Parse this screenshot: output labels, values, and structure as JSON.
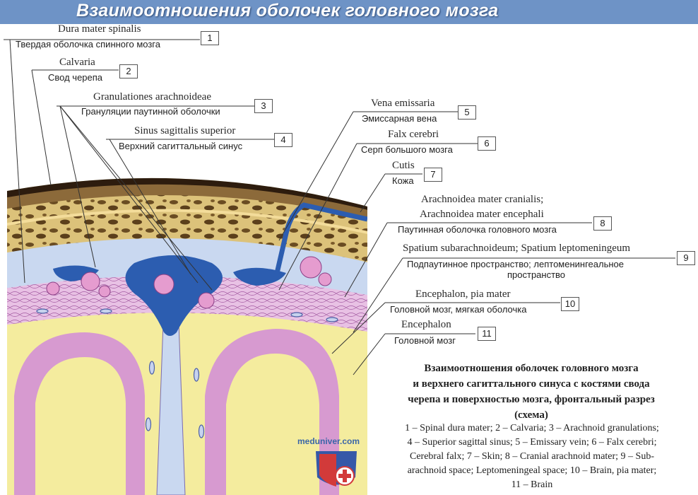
{
  "title": "Взаимоотношения оболочек головного мозга",
  "labels": [
    {
      "num": "1",
      "latin": "Dura mater spinalis",
      "russian": "Твердая оболочка спинного мозга"
    },
    {
      "num": "2",
      "latin": "Calvaria",
      "russian": "Свод черепа"
    },
    {
      "num": "3",
      "latin": "Granulationes arachnoideae",
      "russian": "Грануляции паутинной оболочки"
    },
    {
      "num": "4",
      "latin": "Sinus sagittalis superior",
      "russian": "Верхний сагиттальный синус"
    },
    {
      "num": "5",
      "latin": "Vena emissaria",
      "russian": "Эмиссарная вена"
    },
    {
      "num": "6",
      "latin": "Falx cerebri",
      "russian": "Серп большого мозга"
    },
    {
      "num": "7",
      "latin": "Cutis",
      "russian": "Кожа"
    },
    {
      "num": "8",
      "latin": "Arachnoidea mater cranialis;",
      "latin2": "Arachnoidea mater encephali",
      "russian": "Паутинная оболочка головного мозга"
    },
    {
      "num": "9",
      "latin": "Spatium subarachnoideum; Spatium leptomeningeum",
      "russian": "Подпаутинное пространство; лептоменингеальное",
      "russian2": "пространство"
    },
    {
      "num": "10",
      "latin": "Encephalon, pia mater",
      "russian": "Головной мозг, мягкая оболочка"
    },
    {
      "num": "11",
      "latin": "Encephalon",
      "russian": "Головной мозг"
    }
  ],
  "caption": [
    "Взаимоотношения оболочек головного мозга",
    "и верхнего сагиттального синуса с костями свода",
    "черепа и поверхностью мозга, фронтальный разрез",
    "(схема)"
  ],
  "legend": [
    "1 – Spinal dura mater; 2 – Calvaria; 3 – Arachnoid granulations;",
    "4 – Superior sagittal sinus; 5 – Emissary vein; 6 – Falx cerebri;",
    "Cerebral falx; 7 – Skin; 8 – Cranial arachnoid mater; 9 – Sub-",
    "arachnoid space; Leptomeningeal space; 10 – Brain, pia mater;",
    "11 – Brain"
  ],
  "watermark": "meduniver.com",
  "colors": {
    "banner": "#6e93c6",
    "sinus": "#2c5db0",
    "brain": "#f4ec9e",
    "cortex": "#d79ad0",
    "bone": "#dcc27a",
    "dura": "#c9d8f0"
  }
}
